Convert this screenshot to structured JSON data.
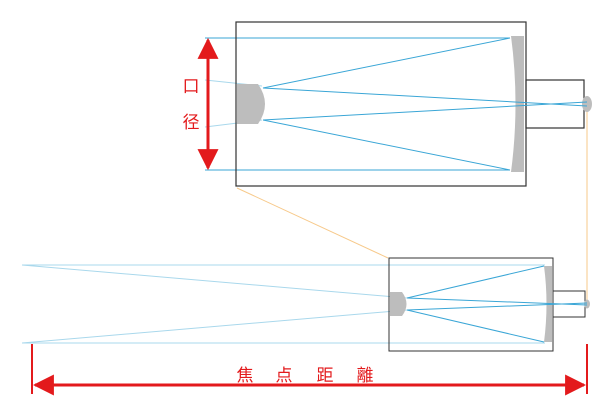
{
  "labels": {
    "aperture_char_1": "口",
    "aperture_char_2": "径",
    "focal_char_1": "焦",
    "focal_char_2": "点",
    "focal_char_3": "距",
    "focal_char_4": "離"
  },
  "colors": {
    "background": "#ffffff",
    "tube_outline": "#333333",
    "light_ray": "#3aa6d6",
    "light_ray_faint": "#a9d8ec",
    "mirror": "#bdbdbd",
    "dimension_arrow": "#e31a1c",
    "label_text": "#e31a1c",
    "zoom_connector": "#f7c98a"
  }
}
